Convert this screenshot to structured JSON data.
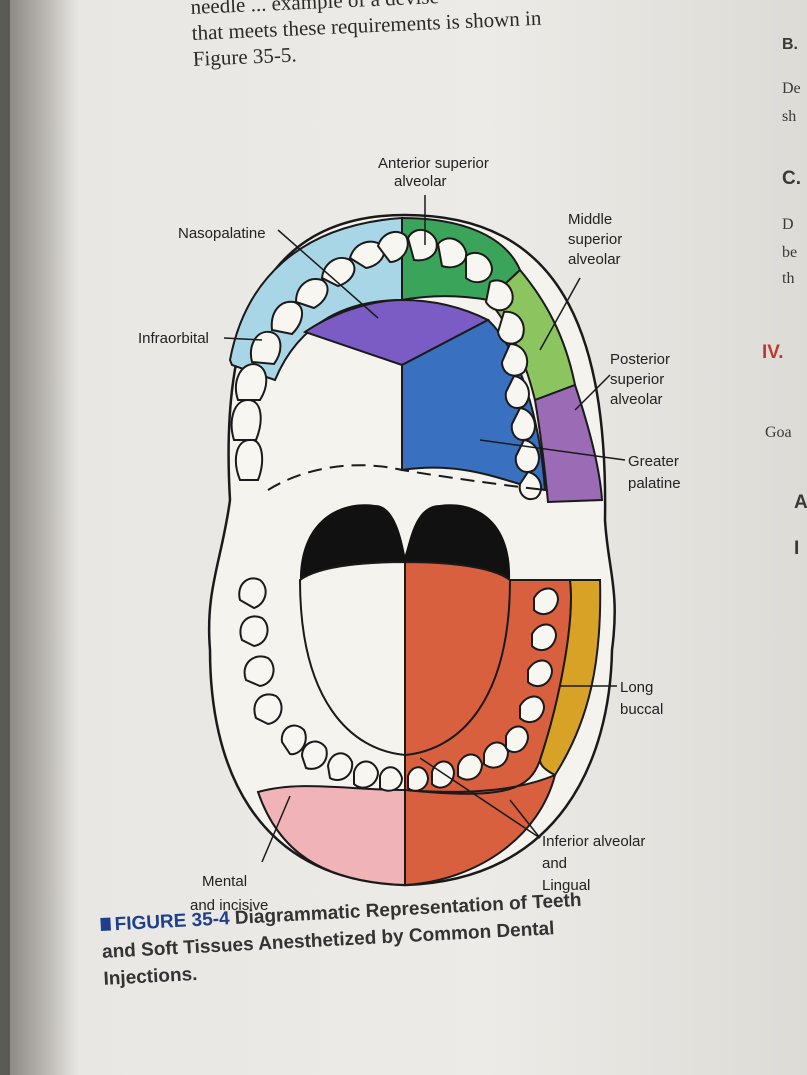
{
  "intro": {
    "line1": "needle ... example of a devise",
    "line2": "that meets these requirements is shown in",
    "line3": "Figure 35-5."
  },
  "side": {
    "b": "B.",
    "b_line1": "De",
    "b_line2": "sh",
    "c": "C.",
    "c_line1": "D",
    "c_line2": "be",
    "c_line3": "th",
    "iv": "IV.",
    "goa": "Goa",
    "a": "A",
    "i": "I"
  },
  "diagram": {
    "colors": {
      "nasopalatine": "#7a5cc4",
      "infraorbital": "#a9d6e6",
      "anterior_superior": "#3aa55a",
      "middle_superior": "#8cc460",
      "posterior_superior": "#9b6bb6",
      "greater_palatine": "#3a70c0",
      "inferior_alveolar": "#d9603f",
      "long_buccal": "#d8a227",
      "mental": "#f0b3b7",
      "tongue_shadow": "#111111"
    },
    "labels": {
      "anterior_superior_1": "Anterior superior",
      "anterior_superior_2": "alveolar",
      "nasopalatine": "Nasopalatine",
      "middle_superior_1": "Middle",
      "middle_superior_2": "superior",
      "middle_superior_3": "alveolar",
      "infraorbital": "Infraorbital",
      "posterior_superior_1": "Posterior",
      "posterior_superior_2": "superior",
      "posterior_superior_3": "alveolar",
      "greater_palatine_1": "Greater",
      "greater_palatine_2": "palatine",
      "long_buccal_1": "Long",
      "long_buccal_2": "buccal",
      "inferior_alveolar_1": "Inferior alveolar",
      "inferior_alveolar_2": "and",
      "inferior_alveolar_3": "Lingual",
      "mental_1": "Mental",
      "mental_2": "and incisive"
    }
  },
  "caption": {
    "figure_number": "FIGURE 35-4",
    "line1_rest": "Diagrammatic Representation of Teeth",
    "line2": "and Soft Tissues Anesthetized by Common Dental",
    "line3": "Injections."
  }
}
